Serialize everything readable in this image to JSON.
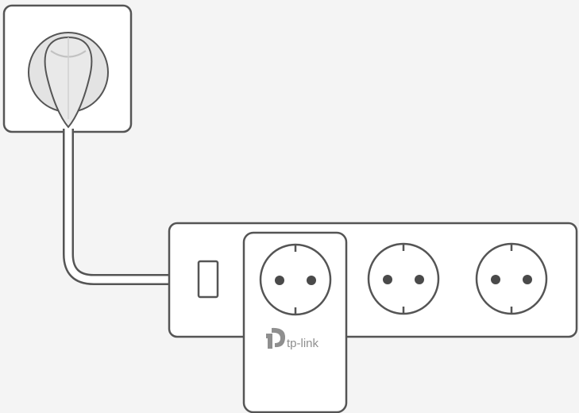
{
  "diagram": {
    "adapter": {
      "brand_text": "tp-link"
    },
    "colors": {
      "background": "#f4f4f4",
      "stroke": "#555555",
      "fill": "#ffffff",
      "hole": "#4a4a4a",
      "plug_gray": "#d9d9d9",
      "logo_gray": "#8f8f8f"
    },
    "power_strip": {
      "outlet_count": 3,
      "switch_count": 1
    }
  }
}
